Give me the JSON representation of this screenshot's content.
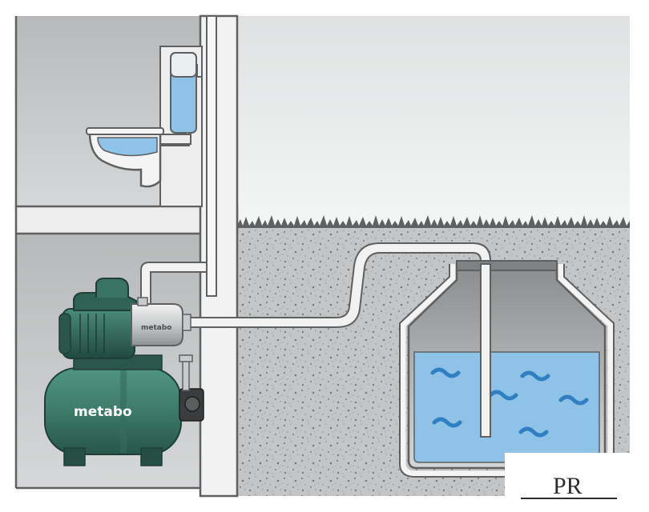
{
  "pump": {
    "tank_brand": "metabo",
    "motor_brand": "metabo"
  },
  "watermark": {
    "text": "PR"
  },
  "colors": {
    "wall": "#5e6061",
    "room_bg": "#c9cbcc",
    "sky_top": "#e7e8e9",
    "sky_bottom": "#f3f4f4",
    "soil": "#c2c3c4",
    "water": "#8ec2e6",
    "water_dark": "#2f7fc3",
    "pump_green": "#3f7e6a",
    "pump_dark": "#254f44",
    "pipe": "#e8e8e8"
  }
}
